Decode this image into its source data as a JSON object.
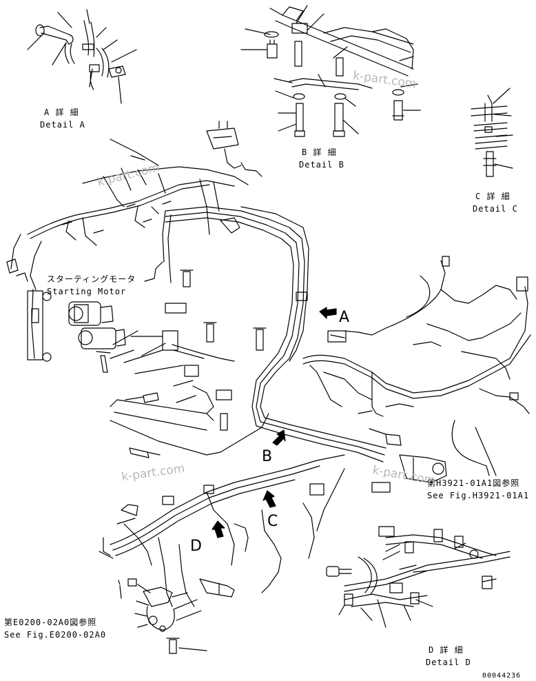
{
  "watermark": "k-part.com",
  "details": {
    "a_jp": "A 詳 細",
    "a_en": "Detail A",
    "b_jp": "B 詳 細",
    "b_en": "Detail B",
    "c_jp": "C 詳 細",
    "c_en": "Detail C",
    "d_jp": "D 詳 細",
    "d_en": "Detail D"
  },
  "starting_motor": {
    "jp": "スターティングモータ",
    "en": "Starting Motor"
  },
  "refs": {
    "h_jp": "第H3921-01A1図参照",
    "h_en": "See Fig.H3921-01A1",
    "e_jp": "第E0200-02A0図参照",
    "e_en": "See Fig.E0200-02A0"
  },
  "view_letters": {
    "a": "A",
    "b": "B",
    "c": "C",
    "d": "D"
  },
  "drawing_number": "00044236"
}
